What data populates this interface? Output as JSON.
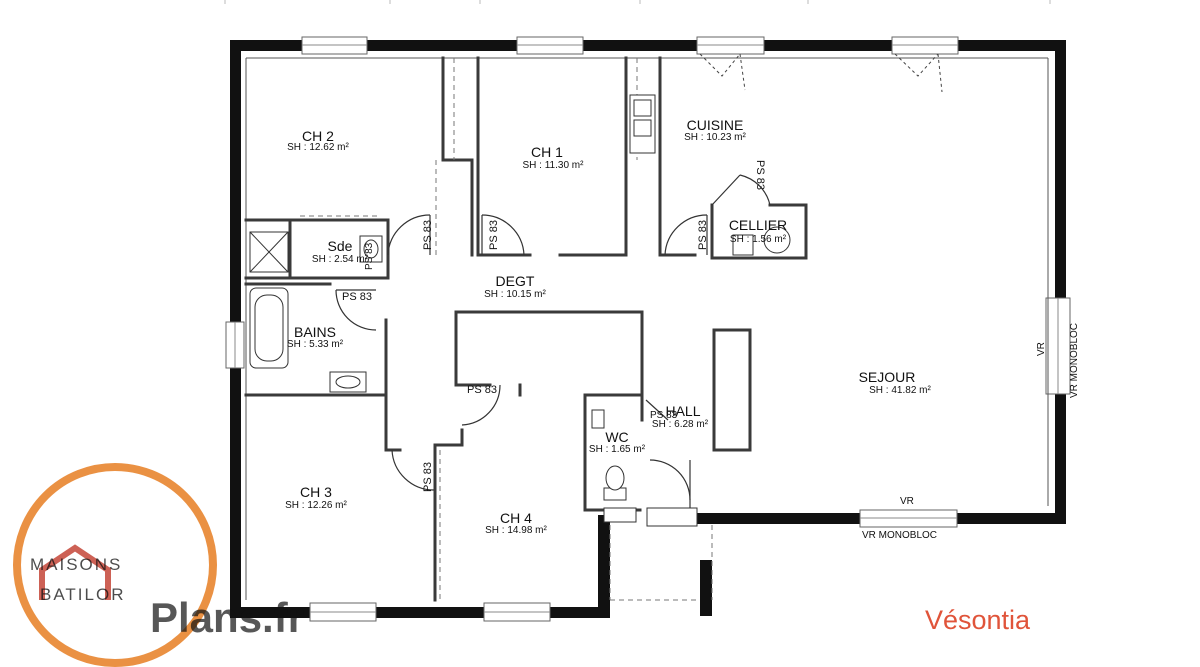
{
  "plan": {
    "model_name": "Vésontia",
    "colors": {
      "wall": "#111111",
      "partition": "#3a3a3a",
      "brand": "#e0543a",
      "logo_ring": "#e67e22",
      "logo_text": "#c0392b"
    },
    "rooms": {
      "ch2": {
        "name": "CH 2",
        "area": "SH : 12.62 m²"
      },
      "ch1": {
        "name": "CH 1",
        "area": "SH : 11.30 m²"
      },
      "cuisine": {
        "name": "CUISINE",
        "area": "SH : 10.23 m²"
      },
      "cellier": {
        "name": "CELLIER",
        "area": "SH : 1.56 m²"
      },
      "sde": {
        "name": "Sde",
        "area": "SH : 2.54 m²"
      },
      "degt": {
        "name": "DEGT",
        "area": "SH : 10.15 m²"
      },
      "bains": {
        "name": "BAINS",
        "area": "SH : 5.33 m²"
      },
      "sejour": {
        "name": "SEJOUR",
        "area": "SH : 41.82 m²"
      },
      "hall": {
        "name": "HALL",
        "area": "SH : 6.28 m²"
      },
      "wc": {
        "name": "WC",
        "area": "SH : 1.65 m²"
      },
      "ch3": {
        "name": "CH 3",
        "area": "SH : 12.26 m²"
      },
      "ch4": {
        "name": "CH 4",
        "area": "SH : 14.98 m²"
      }
    },
    "door_labels": {
      "d1": "PS 83",
      "d2": "PS 83",
      "d3": "PS 83",
      "d4": "PS 83",
      "d5": "PS 83",
      "d6": "PS 83",
      "d7": "PS 83",
      "d8": "PS 83",
      "d9": "PS 83"
    },
    "window_labels": {
      "vr_right": "VR",
      "vr_mono_right": "VR MONOBLOC",
      "vr_bottom": "VR",
      "vr_mono_bottom": "VR MONOBLOC"
    },
    "watermark": {
      "logo_line1": "MAISONS",
      "logo_line2": "BATILOR",
      "site": "Plans.fr"
    }
  }
}
